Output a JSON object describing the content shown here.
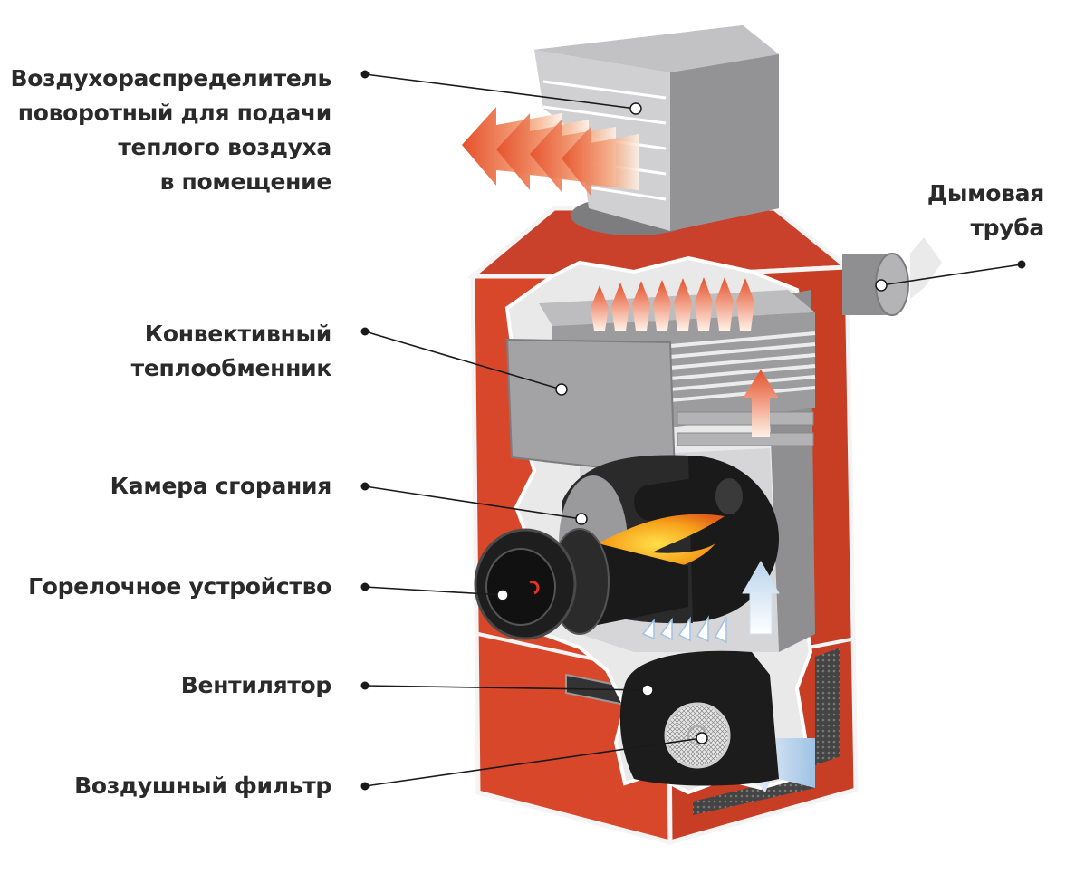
{
  "labels": {
    "air_distributor": [
      "Воздухораспределитель",
      "поворотный для подачи",
      "теплого воздуха",
      "в помещение"
    ],
    "chimney": [
      "Дымовая",
      "труба"
    ],
    "heat_exchanger": [
      "Конвективный",
      "теплообменник"
    ],
    "combustion_chamber": [
      "Камера сгорания"
    ],
    "burner": [
      "Горелочное устройство"
    ],
    "fan": [
      "Вентилятор"
    ],
    "air_filter": [
      "Воздушный фильтр"
    ]
  },
  "colors": {
    "body_red": "#d9472b",
    "body_dark_red": "#b8351f",
    "metal_gray": "#a8a8aa",
    "metal_dark": "#7d7d80",
    "black": "#151515",
    "flame": "#f5a623",
    "text": "#2a2a2a"
  }
}
